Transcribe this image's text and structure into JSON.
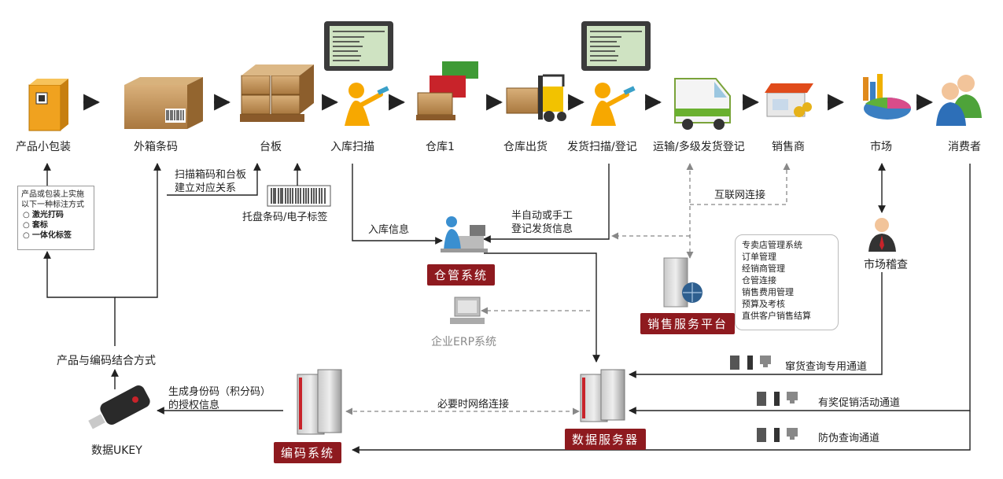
{
  "nodes": {
    "package": "产品小包装",
    "carton": "外箱条码",
    "pallet": "台板",
    "inbound_scan": "入库扫描",
    "warehouse": "仓库1",
    "warehouse_out": "仓库出货",
    "ship_scan": "发货扫描/登记",
    "transport": "运输/多级发货登记",
    "distributor": "销售商",
    "market": "市场",
    "consumer": "消费者",
    "market_inspect": "市场稽查",
    "ukey": "数据UKEY"
  },
  "notes": {
    "carton_pallet_1": "扫描箱码和台板",
    "carton_pallet_2": "建立对应关系",
    "pallet_tag": "托盘条码/电子标签",
    "inbound_info": "入库信息",
    "ship_info_1": "半自动或手工",
    "ship_info_2": "登记发货信息",
    "internet": "互联网连接",
    "combine": "产品与编码结合方式",
    "auth_1": "生成身份码（积分码）",
    "auth_2": "的授权信息",
    "network": "必要时网络连接",
    "ch1": "窜货查询专用通道",
    "ch2": "有奖促销活动通道",
    "ch3": "防伪查询通道"
  },
  "legend": {
    "title_1": "产品或包装上实施",
    "title_2": "以下一种标注方式",
    "options": [
      "激光打码",
      "套标",
      "一体化标签"
    ]
  },
  "systems": {
    "wms": "仓管系统",
    "erp": "企业ERP系统",
    "sales_platform": "销售服务平台",
    "data_server": "数据服务器",
    "coding": "编码系统"
  },
  "platform_features": [
    "专卖店管理系统",
    "订单管理",
    "经销商管理",
    "仓管连接",
    "销售费用管理",
    "预算及考核",
    "直供客户销售结算"
  ],
  "colors": {
    "accent_red": "#8e1a1f",
    "arrow": "#222222",
    "dashed": "#999999"
  }
}
